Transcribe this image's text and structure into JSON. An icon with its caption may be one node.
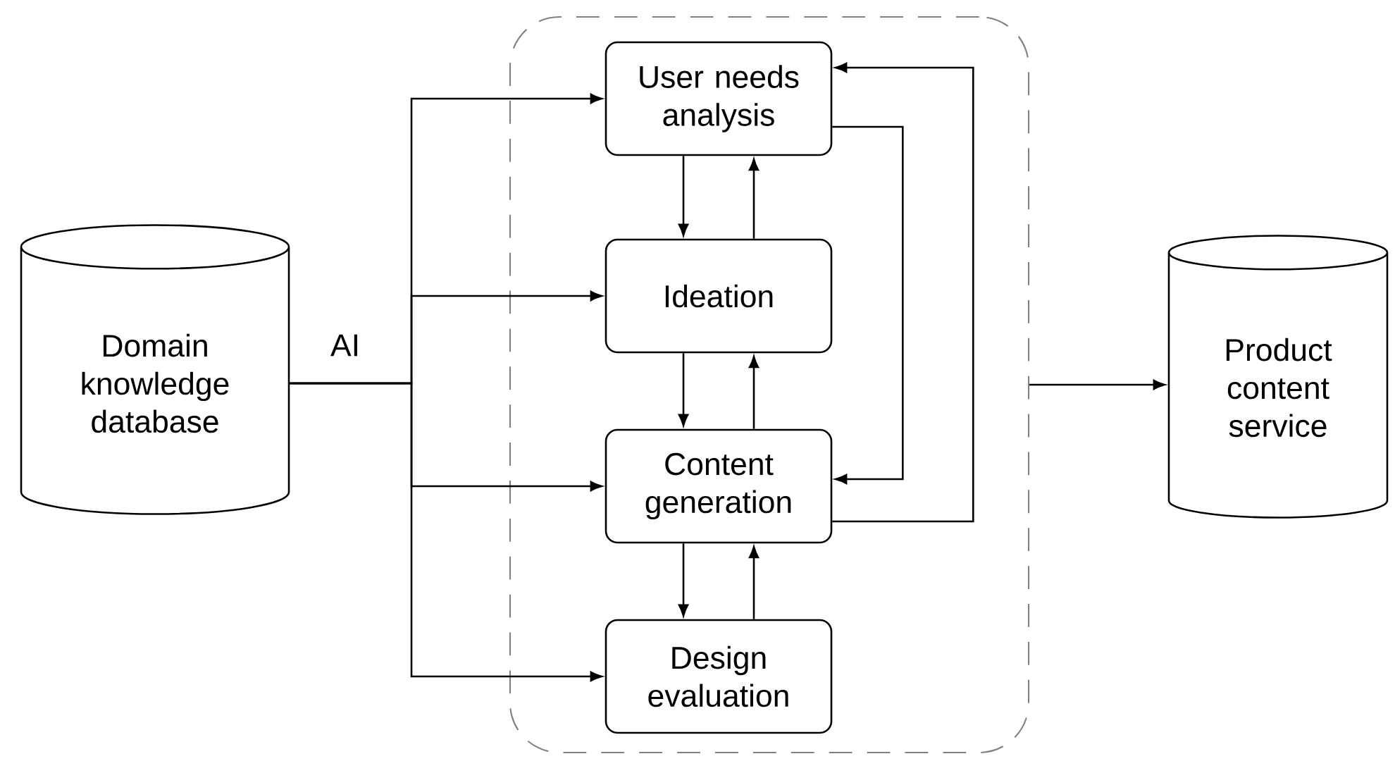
{
  "diagram": {
    "nodes": [
      {
        "text": [
          "Domain knowledge database"
        ]
      },
      {
        "text": [],
        "shape": "box"
      },
      {
        "text": [
          "User needs analysis"
        ],
        "in": 1
      },
      {
        "text": [
          "Ideation"
        ],
        "in": 1
      },
      {
        "text": [
          "Content generation"
        ],
        "in": 1
      },
      {
        "text": [
          "Design evaluation"
        ],
        "in": 1
      },
      {
        "text": [
          "Product content service"
        ]
      }
    ],
    "edges": [
      {
        "from": 0,
        "to": 2,
        "arrow": "to",
        "label": "AI"
      },
      {
        "from": 0,
        "to": 3,
        "arrow": "to"
      },
      {
        "from": 0,
        "to": 4,
        "arrow": "to"
      },
      {
        "from": 0,
        "to": 5,
        "arrow": "to"
      },
      {
        "from": 2,
        "to": 3,
        "arrow": "to"
      },
      {
        "from": 3,
        "to": 2,
        "arrow": "to"
      },
      {
        "from": 3,
        "to": 4,
        "arrow": "to"
      },
      {
        "from": 4,
        "to": 3,
        "arrow": "to"
      },
      {
        "from": 4,
        "to": 5,
        "arrow": "to"
      },
      {
        "from": 5,
        "to": 4,
        "arrow": "to"
      },
      {
        "from": 2,
        "to": 4,
        "arrow": "to"
      },
      {
        "from": 4,
        "to": 2,
        "arrow": "to"
      },
      {
        "from": 1,
        "to": 6,
        "arrow": "to"
      }
    ]
  }
}
